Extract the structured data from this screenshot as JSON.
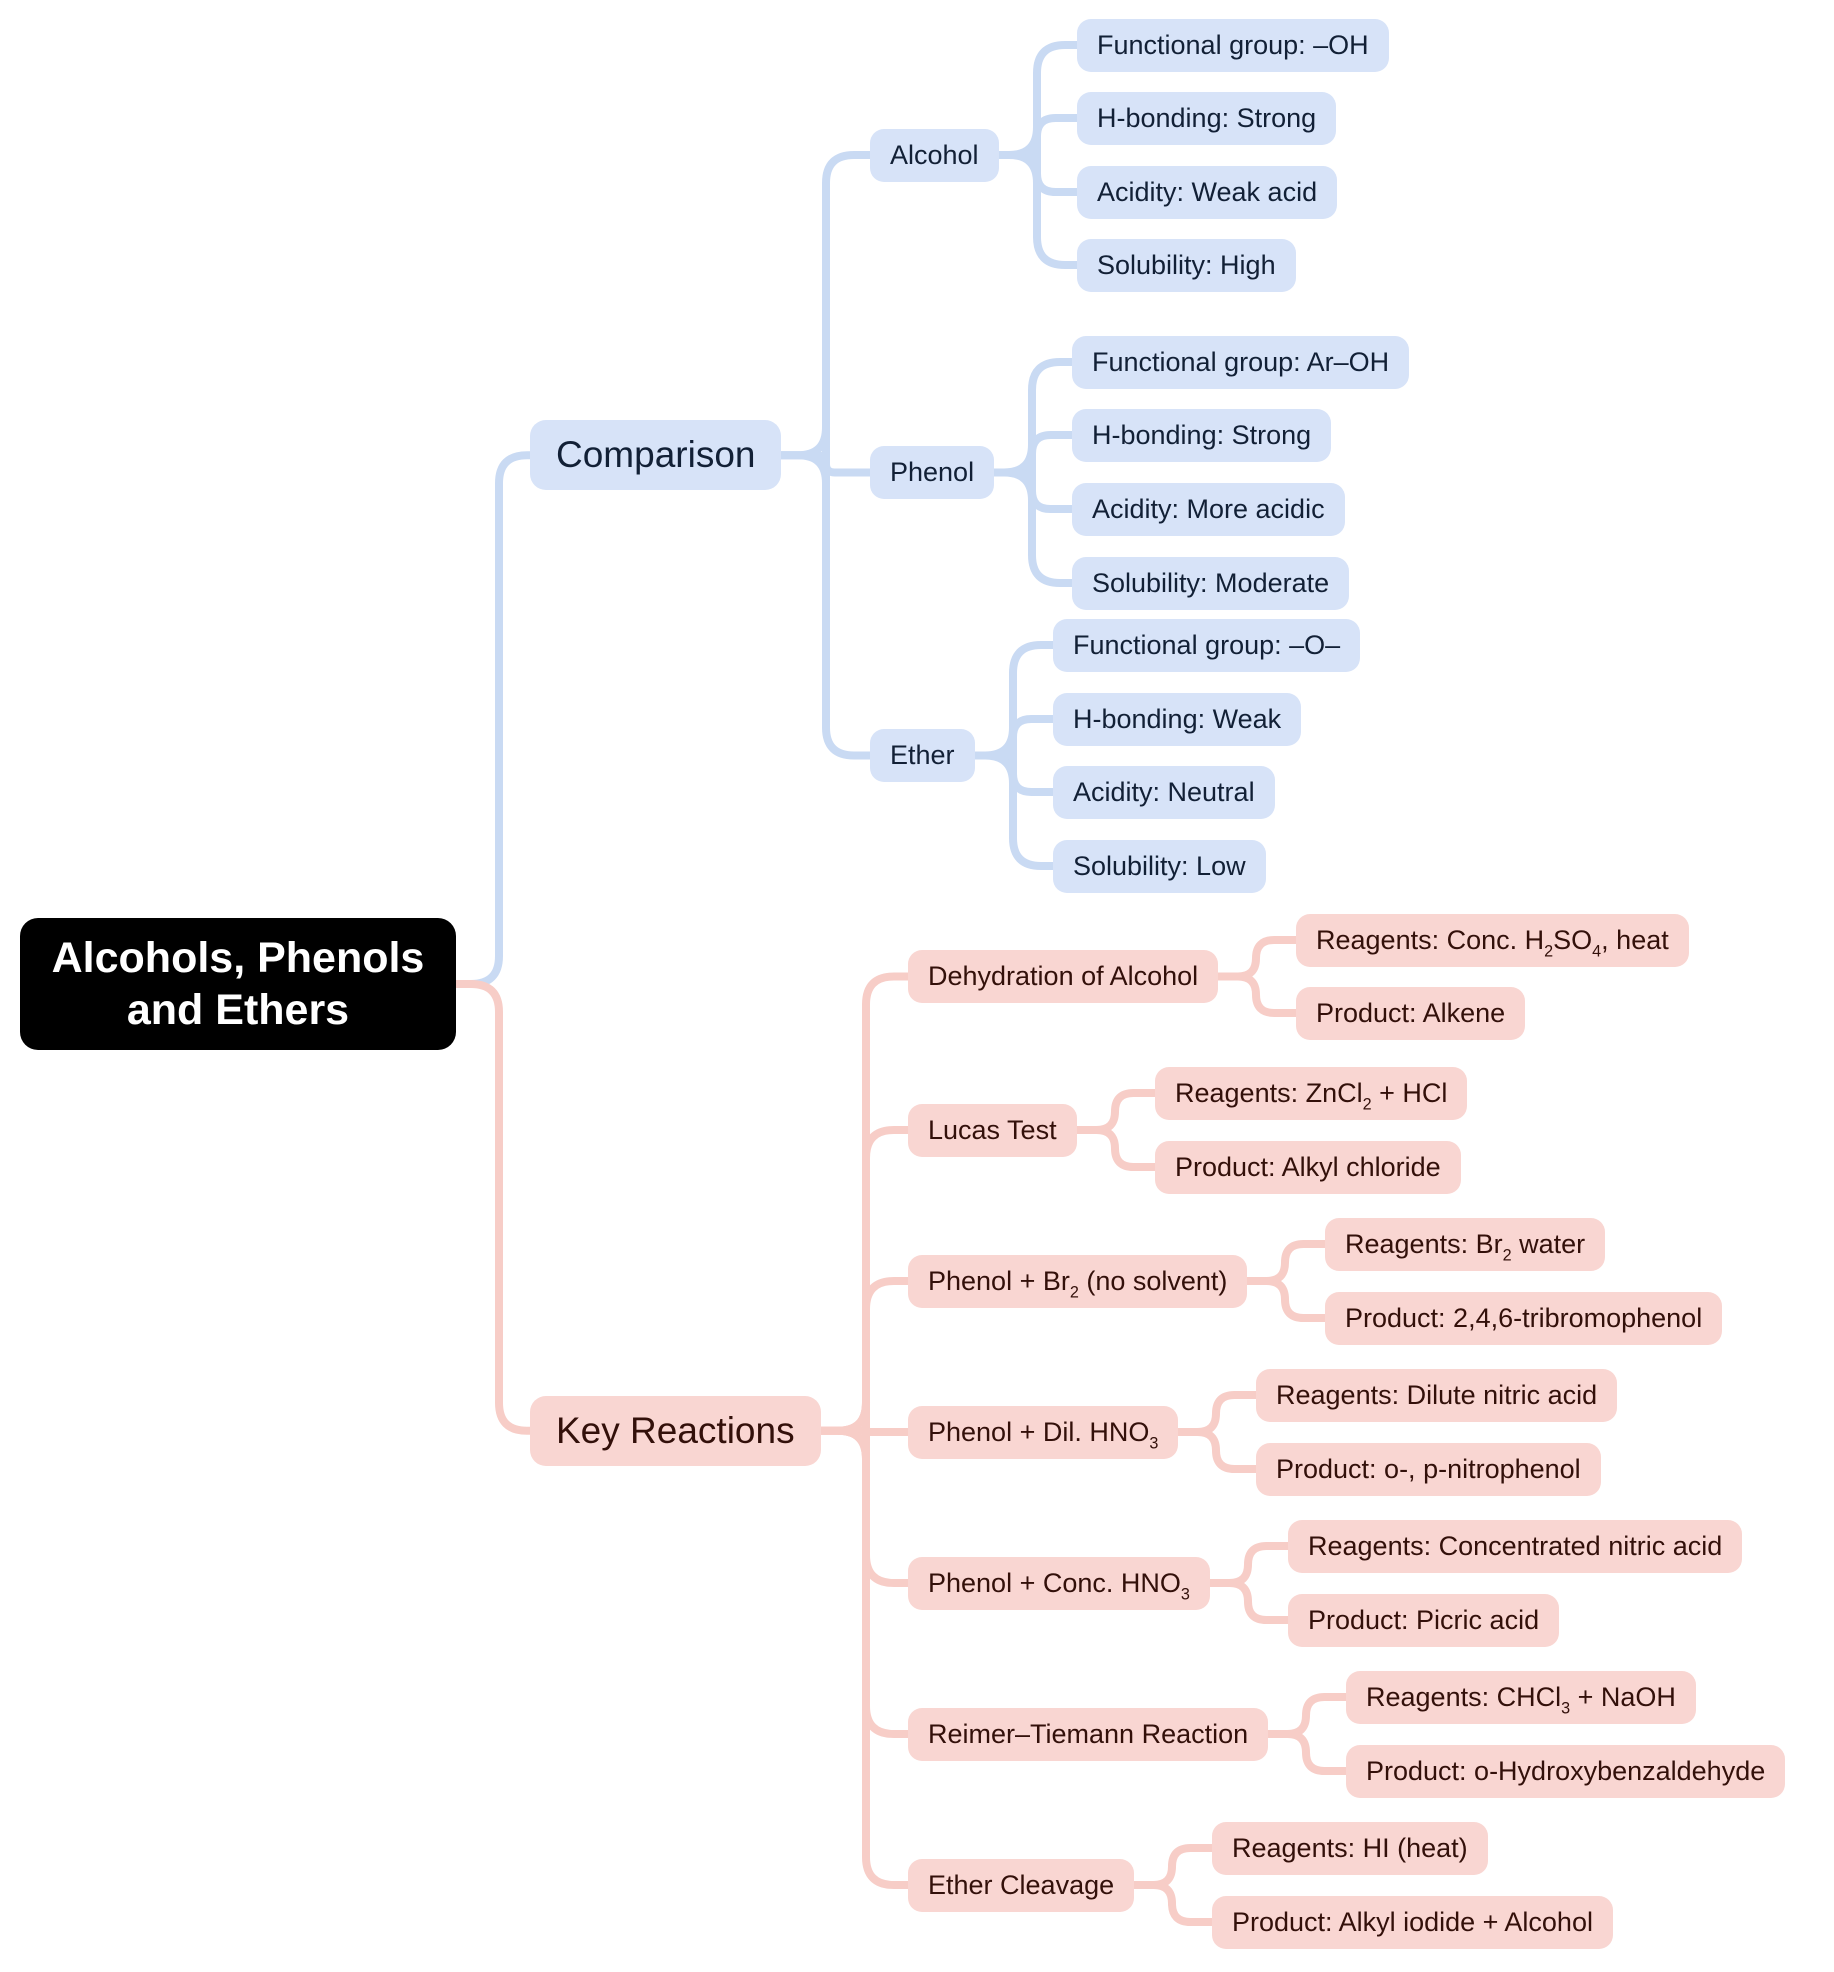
{
  "page": {
    "background": "#ffffff"
  },
  "root": {
    "label": "Alcohols, Phenols and Ethers",
    "fill": "#000000",
    "text_color": "#ffffff"
  },
  "branches": [
    {
      "label": "Comparison",
      "theme": {
        "node_fill": "#d7e3f8",
        "node_text": "#122036",
        "line": "#c9daf3"
      },
      "topics": [
        {
          "label": "Alcohol",
          "details": [
            "Functional group: –OH",
            "H-bonding: Strong",
            "Acidity: Weak acid",
            "Solubility: High"
          ]
        },
        {
          "label": "Phenol",
          "details": [
            "Functional group: Ar–OH",
            "H-bonding: Strong",
            "Acidity: More acidic",
            "Solubility: Moderate"
          ]
        },
        {
          "label": "Ether",
          "details": [
            "Functional group: –O–",
            "H-bonding: Weak",
            "Acidity: Neutral",
            "Solubility: Low"
          ]
        }
      ]
    },
    {
      "label": "Key Reactions",
      "theme": {
        "node_fill": "#f9d6d2",
        "node_text": "#33100a",
        "line": "#f7cdc7"
      },
      "topics": [
        {
          "label": "Dehydration of Alcohol",
          "details": [
            "Reagents: Conc. H₂SO₄, heat",
            "Product: Alkene"
          ]
        },
        {
          "label": "Lucas Test",
          "details": [
            "Reagents: ZnCl₂ + HCl",
            "Product: Alkyl chloride"
          ]
        },
        {
          "label": "Phenol + Br₂ (no solvent)",
          "details": [
            "Reagents: Br₂ water",
            "Product: 2,4,6-tribromophenol"
          ]
        },
        {
          "label": "Phenol + Dil. HNO₃",
          "details": [
            "Reagents: Dilute nitric acid",
            "Product: o-, p-nitrophenol"
          ]
        },
        {
          "label": "Phenol + Conc. HNO₃",
          "details": [
            "Reagents: Concentrated nitric acid",
            "Product: Picric acid"
          ]
        },
        {
          "label": "Reimer–Tiemann Reaction",
          "details": [
            "Reagents: CHCl₃ + NaOH",
            "Product: o-Hydroxybenzaldehyde"
          ]
        },
        {
          "label": "Ether Cleavage",
          "details": [
            "Reagents: HI (heat)",
            "Product: Alkyl iodide + Alcohol"
          ]
        }
      ]
    }
  ]
}
